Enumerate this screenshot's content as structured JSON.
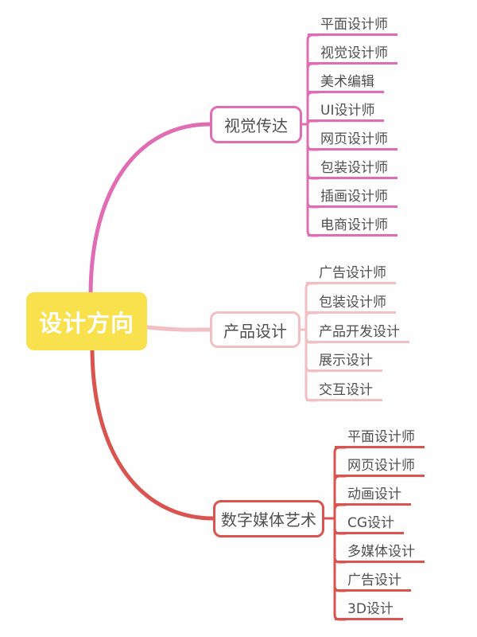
{
  "root": {
    "label": "设计方向",
    "fill_color": "#F9E04D",
    "text_color": "#FFFFFF"
  },
  "branches": [
    {
      "label": "视觉传达",
      "color": "#E06DB4",
      "children": [
        "平面设计师",
        "视觉设计师",
        "美术编辑",
        "UI设计师",
        "网页设计师",
        "包装设计师",
        "插画设计师",
        "电商设计师"
      ]
    },
    {
      "label": "产品设计",
      "color": "#F2BFC3",
      "children": [
        "广告设计师",
        "包装设计师",
        "产品开发设计",
        "展示设计",
        "交互设计"
      ]
    },
    {
      "label": "数字媒体艺术",
      "color": "#D9534F",
      "children": [
        "平面设计师",
        "网页设计师",
        "动画设计",
        "CG设计",
        "多媒体设计",
        "广告设计",
        "3D设计"
      ]
    }
  ]
}
